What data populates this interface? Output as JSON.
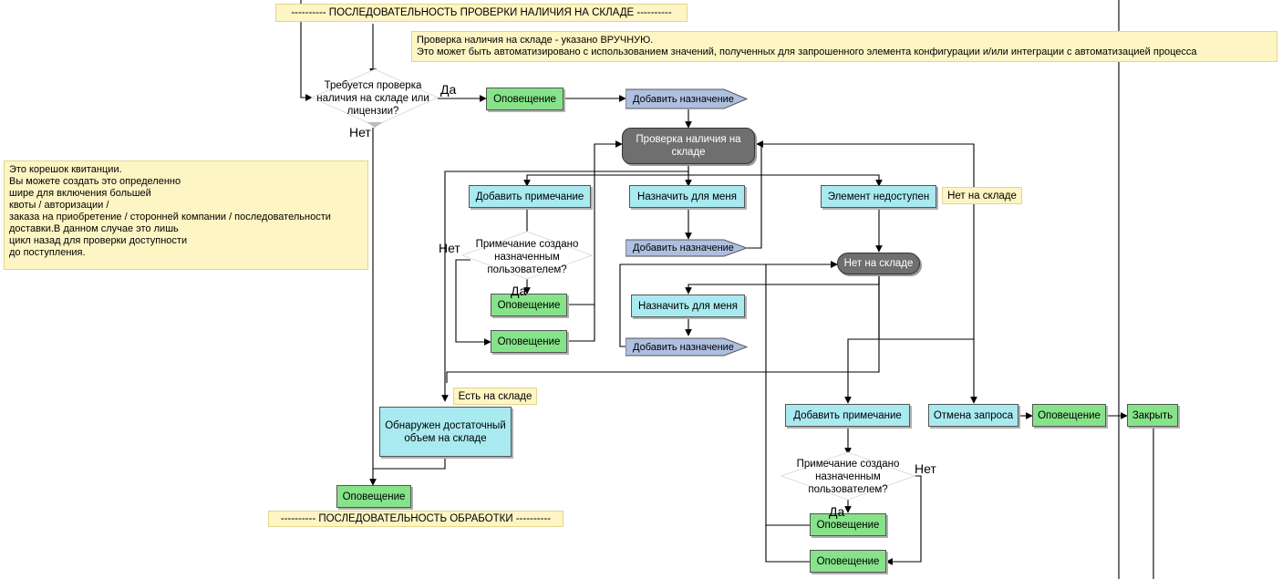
{
  "banners": {
    "stock_check_sequence": "---------- ПОСЛЕДОВАТЕЛЬНОСТЬ ПРОВЕРКИ НАЛИЧИЯ НА СКЛАДЕ ----------",
    "processing_sequence": "---------- ПОСЛЕДОВАТЕЛЬНОСТЬ ОБРАБОТКИ ----------"
  },
  "notes": {
    "manual_check": "Проверка наличия на складе - указано ВРУЧНУЮ.\nЭто может быть автоматизировано с использованием значений, полученных для запрошенного элемента конфигурации и/или интеграции с автоматизацией процесса",
    "receipt_stub": "Это корешок квитанции.\nВы можете создать это определенно\nшире для включения большей\nквоты / авторизации /\nзаказа на приобретение / сторонней компании / последовательности\nдоставки.В данном случае это лишь\nцикл назад для проверки доступности\nдо поступления."
  },
  "decisions": {
    "requires_check": "Требуется проверка наличия на складе или лицензии?",
    "note_by_assignee_1": "Примечание создано назначенным пользователем?",
    "note_by_assignee_2": "Примечание создано назначенным пользователем?"
  },
  "states": {
    "stock_check": "Проверка наличия на складе",
    "out_of_stock": "Нет на складе"
  },
  "tasks": {
    "add_note_1": "Добавить примечание",
    "assign_to_me_1": "Назначить для меня",
    "item_unavailable": "Элемент недоступен",
    "assign_to_me_2": "Назначить для меня",
    "sufficient_stock": "Обнаружен достаточный объем на складе",
    "add_note_2": "Добавить примечание",
    "cancel_request": "Отмена запроса",
    "close": "Закрыть"
  },
  "notifications": {
    "label": "Оповещение"
  },
  "assignments": {
    "label": "Добавить назначение"
  },
  "tags": {
    "out_of_stock": "Нет на складе",
    "in_stock": "Есть на складе"
  },
  "edge_labels": {
    "yes": "Да",
    "no": "Нет"
  },
  "colors": {
    "notification": "#86e389",
    "task": "#a8eaf0",
    "state": "#6f6f6f",
    "assignment": "#aebfe0",
    "note": "#fdf5c3"
  }
}
